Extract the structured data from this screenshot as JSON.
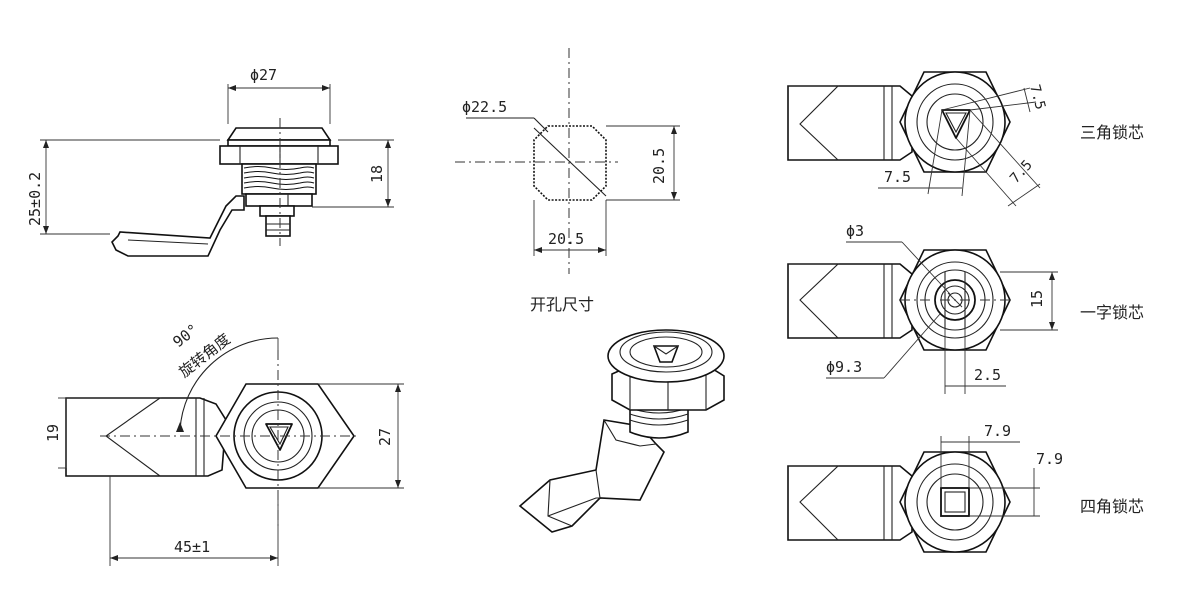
{
  "side_view": {
    "dia_label": "ϕ27",
    "height_label": "25±0.2",
    "height18_label": "18"
  },
  "cutout": {
    "dia_label": "ϕ22.5",
    "width_label": "20.5",
    "height_label": "20.5",
    "caption": "开孔尺寸"
  },
  "front_view": {
    "angle_label": "90°",
    "angle_caption": "旋转角度",
    "height19_label": "19",
    "height27_label": "27",
    "length_label": "45±1"
  },
  "triangle_core": {
    "dim_a": "7.5",
    "dim_b": "7.5",
    "dim_c": "7.5",
    "caption": "三角锁芯"
  },
  "slot_core": {
    "hole_label": "ϕ3",
    "dia_label": "ϕ9.3",
    "slot_label": "2.5",
    "height_label": "15",
    "caption": "一字锁芯"
  },
  "square_core": {
    "width_label": "7.9",
    "height_label": "7.9",
    "caption": "四角锁芯"
  }
}
